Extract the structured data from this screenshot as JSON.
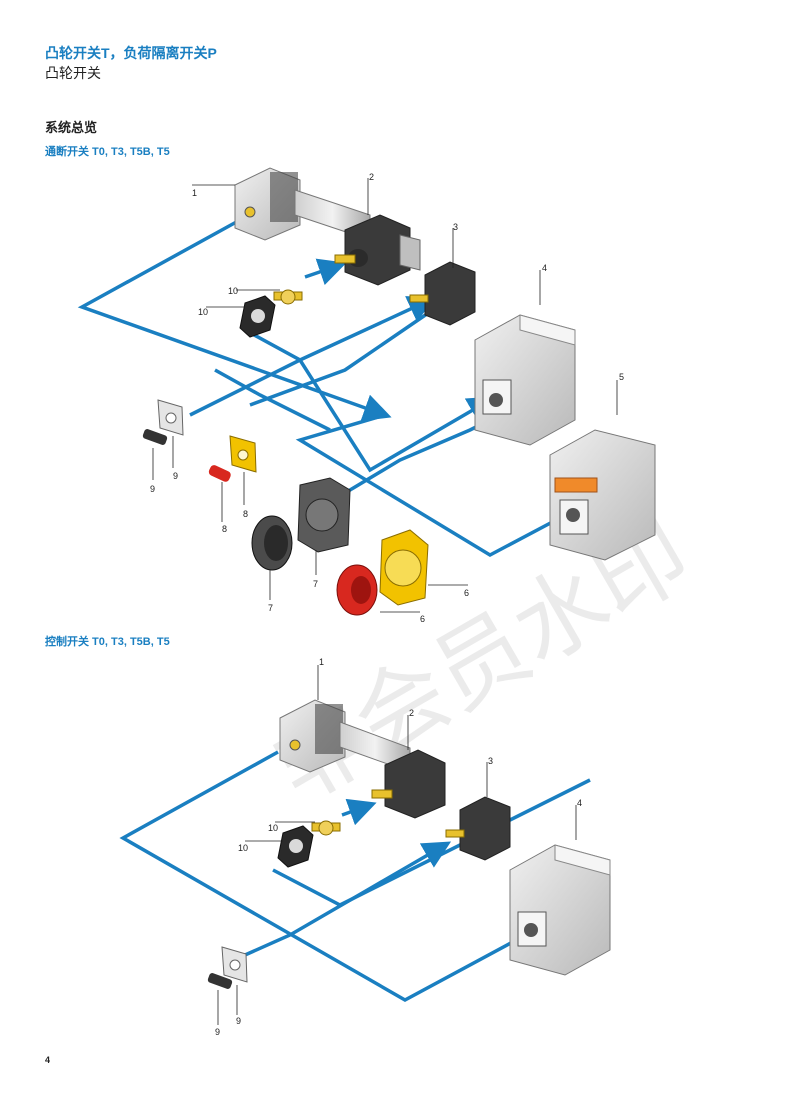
{
  "header": {
    "title": "凸轮开关T，负荷隔离开关P",
    "subtitle": "凸轮开关"
  },
  "section": {
    "heading": "系统总览"
  },
  "diagram_top": {
    "heading": "通断开关 T0, T3, T5B, T5",
    "labels": [
      "1",
      "2",
      "3",
      "4",
      "5",
      "10",
      "10",
      "9",
      "9",
      "8",
      "8",
      "7",
      "7",
      "6",
      "6"
    ]
  },
  "diagram_bottom": {
    "heading": "控制开关 T0, T3, T5B, T5",
    "labels": [
      "1",
      "2",
      "3",
      "4",
      "10",
      "10",
      "9",
      "9"
    ]
  },
  "watermark": "非会员水印",
  "page_number": "4",
  "colors": {
    "accent": "#1a7fc1",
    "line": "#1a7fc1",
    "yellow": "#f2c200",
    "red": "#d8281f"
  }
}
